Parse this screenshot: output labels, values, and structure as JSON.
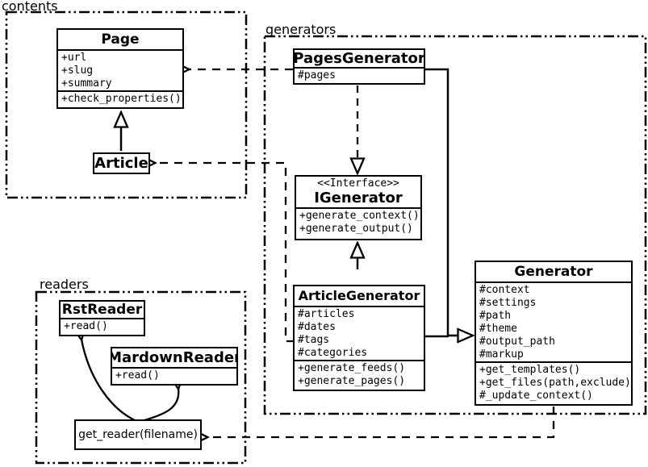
{
  "diagram": {
    "background_color": "#ffffff",
    "line_color": "#000000",
    "kind": "UML class diagram"
  },
  "packages": {
    "contents": {
      "label": "contents"
    },
    "generators": {
      "label": "generators"
    },
    "readers": {
      "label": "readers"
    }
  },
  "classes": {
    "page": {
      "name": "Page",
      "attributes": [
        "+url",
        "+slug",
        "+summary"
      ],
      "methods": [
        "+check_properties()"
      ]
    },
    "article": {
      "name": "Article"
    },
    "pages_generator": {
      "name": "PagesGenerator",
      "attributes": [
        "#pages"
      ]
    },
    "igenerator": {
      "stereotype": "<<Interface>>",
      "name": "IGenerator",
      "methods": [
        "+generate_context()",
        "+generate_output()"
      ]
    },
    "article_generator": {
      "name": "ArticleGenerator",
      "attributes": [
        "#articles",
        "#dates",
        "#tags",
        "#categories"
      ],
      "methods": [
        "+generate_feeds()",
        "+generate_pages()"
      ]
    },
    "generator": {
      "name": "Generator",
      "attributes": [
        "#context",
        "#settings",
        "#path",
        "#theme",
        "#output_path",
        "#markup"
      ],
      "methods": [
        "+get_templates()",
        "+get_files(path,exclude)",
        "#_update_context()"
      ]
    },
    "rst_reader": {
      "name": "RstReader",
      "methods": [
        "+read()"
      ]
    },
    "mardown_reader": {
      "name": "MardownReader",
      "methods": [
        "+read()"
      ]
    },
    "get_reader": {
      "name": "get_reader(filename)"
    }
  },
  "relationships": [
    {
      "from": "PagesGenerator",
      "to": "Page",
      "type": "dependency",
      "style": "dashed-open-arrow"
    },
    {
      "from": "ArticleGenerator",
      "to": "Article",
      "type": "dependency",
      "style": "dashed-open-arrow"
    },
    {
      "from": "PagesGenerator",
      "to": "IGenerator",
      "type": "realization",
      "style": "dashed-hollow-triangle"
    },
    {
      "from": "ArticleGenerator",
      "to": "IGenerator",
      "type": "inheritance",
      "style": "solid-hollow-triangle"
    },
    {
      "from": "PagesGenerator",
      "to": "Generator",
      "type": "inheritance",
      "style": "solid-hollow-triangle"
    },
    {
      "from": "ArticleGenerator",
      "to": "Generator",
      "type": "inheritance",
      "style": "solid-hollow-triangle"
    },
    {
      "from": "Article",
      "to": "Page",
      "type": "inheritance",
      "style": "solid-hollow-triangle"
    },
    {
      "from": "get_reader",
      "to": "RstReader",
      "type": "association",
      "style": "curved-open-arrow"
    },
    {
      "from": "get_reader",
      "to": "MardownReader",
      "type": "association",
      "style": "curved-open-arrow"
    },
    {
      "from": "Generator",
      "to": "get_reader",
      "type": "dependency",
      "style": "dashed-open-arrow"
    }
  ]
}
